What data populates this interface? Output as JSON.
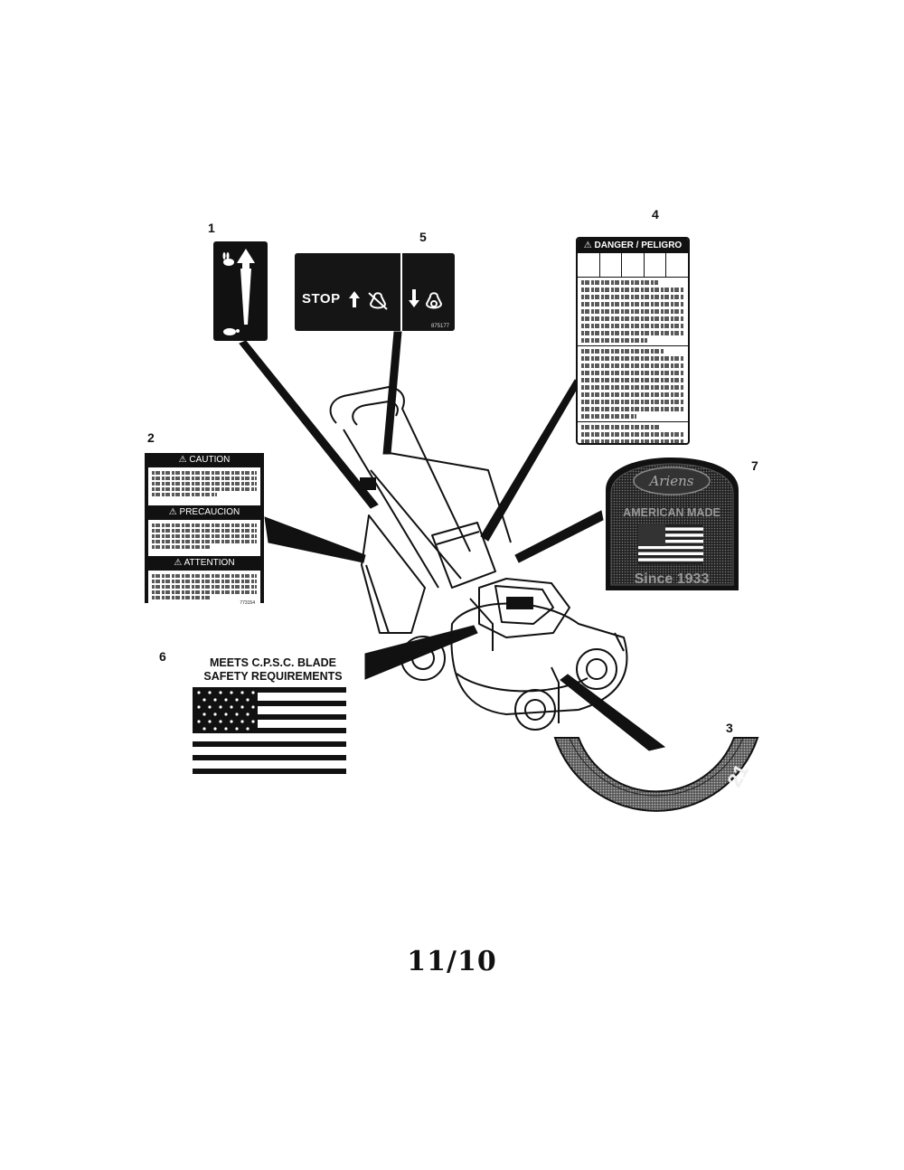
{
  "callouts": [
    "1",
    "2",
    "3",
    "4",
    "5",
    "6",
    "7"
  ],
  "decal_1": {
    "icons": [
      "rabbit-icon",
      "arrow-up-icon",
      "turtle-icon"
    ]
  },
  "decal_5": {
    "stop_label": "STOP",
    "icons": [
      "arrow-up-icon",
      "choke-off-icon",
      "arrow-down-icon",
      "choke-on-icon"
    ],
    "code": "875177"
  },
  "decal_2": {
    "sections": [
      {
        "heading": "CAUTION"
      },
      {
        "heading": "PRECAUCION"
      },
      {
        "heading": "ATTENTION"
      }
    ],
    "code": "773154"
  },
  "decal_4": {
    "heading": "DANGER / PELIGRO"
  },
  "decal_7": {
    "brand": "Ariens",
    "line1": "AMERICAN MADE",
    "line2": "Since 1933"
  },
  "decal_6": {
    "line1": "MEETS C.P.S.C. BLADE",
    "line2": "SAFETY REQUIREMENTS"
  },
  "decal_3": {
    "text": "21"
  },
  "footer": {
    "date": "11/10"
  },
  "colors": {
    "ink": "#111111",
    "paper": "#ffffff"
  }
}
